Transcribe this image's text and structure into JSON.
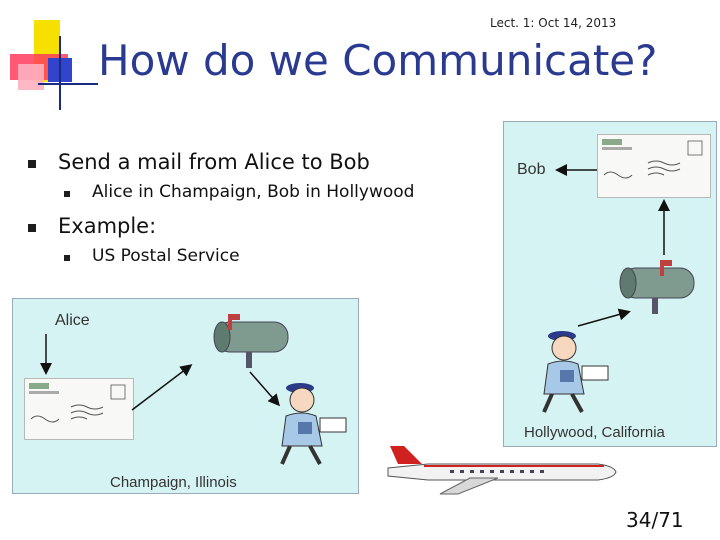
{
  "header": {
    "note": "Lect. 1: Oct 14, 2013"
  },
  "slide": {
    "title": "How do we Communicate?",
    "bullets": {
      "b1": "Send a mail from Alice to Bob",
      "b1_sub1": "Alice in Champaign, Bob in Hollywood",
      "b2": "Example:",
      "b2_sub1": "US Postal Service"
    }
  },
  "diagram": {
    "bob_label": "Bob",
    "alice_label": "Alice",
    "hollywood_label": "Hollywood, California",
    "champaign_label": "Champaign, Illinois"
  },
  "colors": {
    "title": "#2a3a90",
    "panel": "#d6f3f3",
    "accent_yellow": "#f5e000",
    "accent_red": "#e8305a",
    "accent_blue": "#3344cc"
  },
  "footer": {
    "page": "34/71"
  }
}
